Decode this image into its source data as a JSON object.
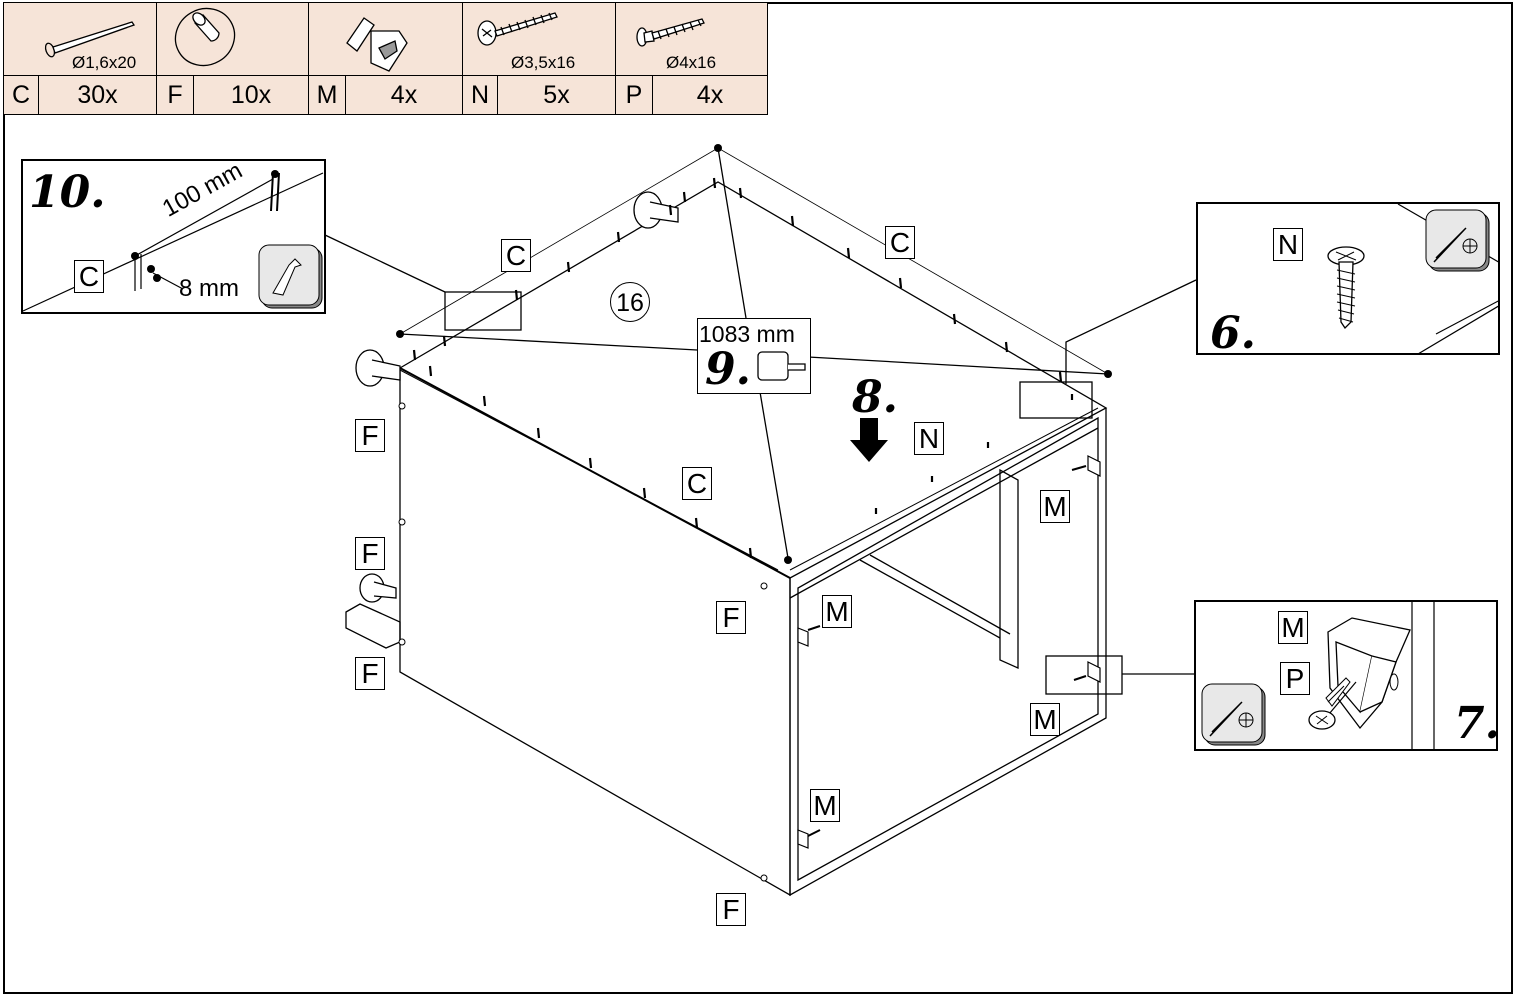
{
  "parts": [
    {
      "letter": "C",
      "count": "30x",
      "size": "Ø1,6x20",
      "icon": "nail-icon"
    },
    {
      "letter": "F",
      "count": "10x",
      "size": "",
      "icon": "furniture-glide-icon"
    },
    {
      "letter": "M",
      "count": "4x",
      "size": "",
      "icon": "corner-bracket-icon"
    },
    {
      "letter": "N",
      "count": "5x",
      "size": "Ø3,5x16",
      "icon": "pan-head-screw-icon"
    },
    {
      "letter": "P",
      "count": "4x",
      "size": "Ø4x16",
      "icon": "countersunk-screw-icon"
    }
  ],
  "steps": {
    "s6": "6.",
    "s7": "7.",
    "s8": "8.",
    "s9": "9.",
    "s10": "10."
  },
  "panel_number": "16",
  "measurements": {
    "diagonal": "1083 mm",
    "nail_spacing": "100 mm",
    "nail_edge": "8 mm"
  },
  "labels": {
    "C": "C",
    "F": "F",
    "M": "M",
    "N": "N",
    "P": "P"
  },
  "colors": {
    "table_bg": "#f6e4d8",
    "line": "#000000",
    "tool_button": "#e8e8e8"
  }
}
